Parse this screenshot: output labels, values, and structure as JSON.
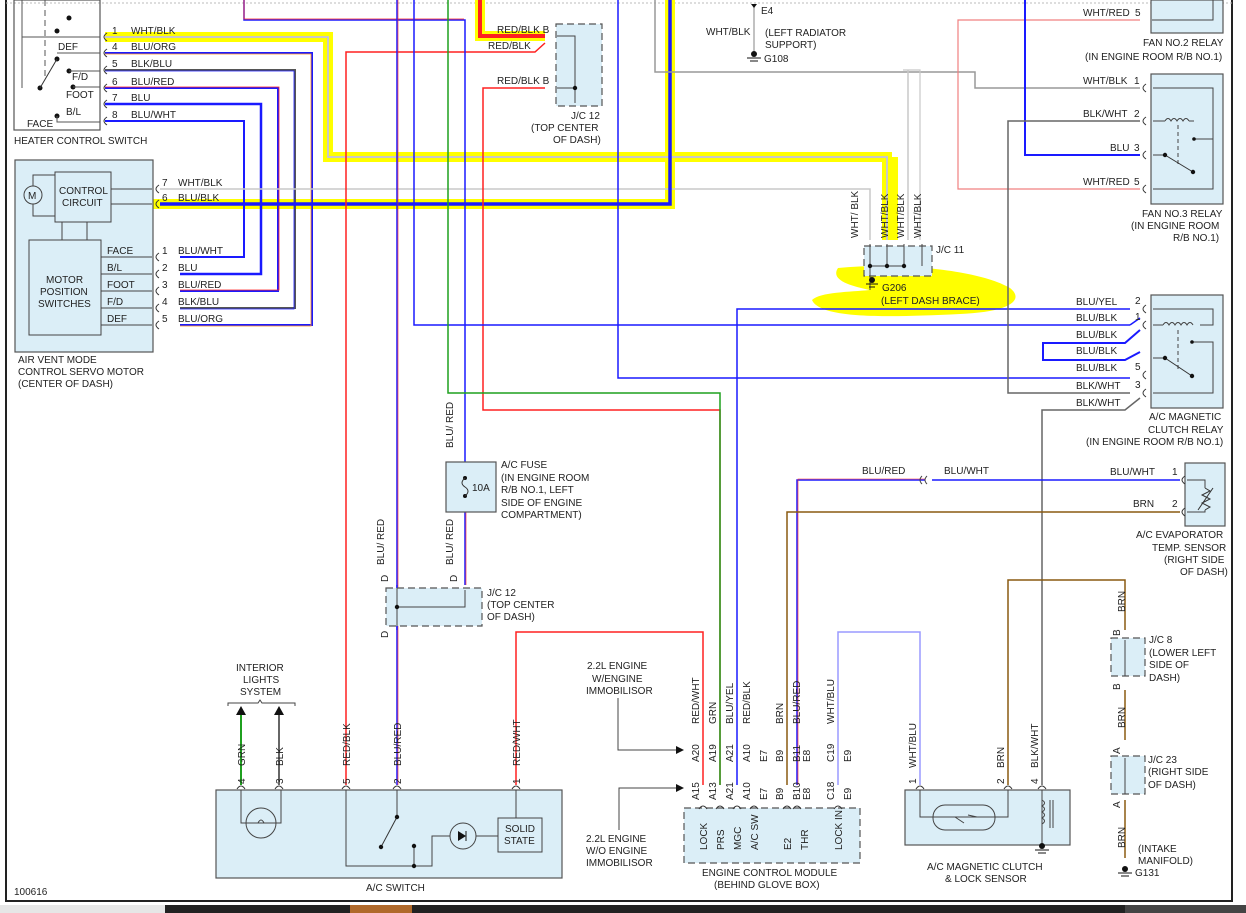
{
  "diagram_id": "100616",
  "colors": {
    "highlight": "#ffff00",
    "blu": "#1a1aff",
    "red": "#ff2020",
    "grn": "#1fa01f",
    "brn": "#8a5a10",
    "wht": "#c8c8c8",
    "blk": "#555555",
    "pink": "#f08080",
    "lav": "#9a9aff",
    "component_fill": "#dbeef7"
  },
  "heater_control_switch": {
    "label": "HEATER CONTROL SWITCH",
    "internal": [
      "DEF",
      "F/D",
      "FOOT",
      "B/L",
      "FACE"
    ],
    "pins": [
      {
        "pin": "1",
        "wire": "WHT/BLK"
      },
      {
        "pin": "4",
        "wire": "BLU/ORG"
      },
      {
        "pin": "5",
        "wire": "BLK/BLU"
      },
      {
        "pin": "6",
        "wire": "BLU/RED"
      },
      {
        "pin": "7",
        "wire": "BLU"
      },
      {
        "pin": "8",
        "wire": "BLU/WHT"
      }
    ]
  },
  "servo_motor": {
    "label_lines": [
      "AIR VENT MODE",
      "CONTROL SERVO MOTOR",
      "(CENTER OF DASH)"
    ],
    "motor_symbol": "M",
    "control_circuit": [
      "CONTROL",
      "CIRCUIT"
    ],
    "switches": [
      "MOTOR",
      "POSITION",
      "SWITCHES"
    ],
    "positions": [
      "FACE",
      "B/L",
      "FOOT",
      "F/D",
      "DEF"
    ],
    "pins_top": [
      {
        "pin": "7",
        "wire": "WHT/BLK"
      },
      {
        "pin": "6",
        "wire": "BLU/BLK"
      }
    ],
    "pins": [
      {
        "pin": "1",
        "wire": "BLU/WHT"
      },
      {
        "pin": "2",
        "wire": "BLU"
      },
      {
        "pin": "3",
        "wire": "BLU/RED"
      },
      {
        "pin": "4",
        "wire": "BLK/BLU"
      },
      {
        "pin": "5",
        "wire": "BLU/ORG"
      }
    ]
  },
  "jc12_top": {
    "wires": [
      "RED/BLK B",
      "RED/BLK",
      "RED/BLK B"
    ],
    "label_lines": [
      "J/C 12",
      "(TOP CENTER",
      "OF DASH)"
    ]
  },
  "g108": {
    "connector": "E4",
    "wire": "WHT/BLK",
    "location_lines": [
      "(LEFT RADIATOR",
      "SUPPORT)"
    ],
    "ground": "G108"
  },
  "fan2_relay": {
    "pins": [
      {
        "pin": "5",
        "wire": "WHT/RED"
      }
    ],
    "label_lines": [
      "FAN NO.2 RELAY",
      "(IN ENGINE ROOM R/B NO.1)"
    ]
  },
  "fan3_relay": {
    "pins": [
      {
        "pin": "1",
        "wire": "WHT/BLK"
      },
      {
        "pin": "2",
        "wire": "BLK/WHT"
      },
      {
        "pin": "3",
        "wire": "BLU"
      },
      {
        "pin": "5",
        "wire": "WHT/RED"
      }
    ],
    "label_lines": [
      "FAN NO.3 RELAY",
      "(IN ENGINE ROOM",
      "R/B NO.1)"
    ]
  },
  "jc11": {
    "wires": [
      "WHT/ BLK",
      "WHT/BLK",
      "WHT/BLK",
      "WHT/BLK"
    ],
    "label": "J/C 11",
    "ground": "G206",
    "location": "(LEFT DASH BRACE)"
  },
  "clutch_relay": {
    "pins": [
      {
        "pin": "2",
        "wire": "BLU/YEL"
      },
      {
        "pin": "1",
        "wire": "BLU/BLK"
      },
      {
        "pin": "",
        "wire": "BLU/BLK"
      },
      {
        "pin": "",
        "wire": "BLU/BLK"
      },
      {
        "pin": "5",
        "wire": "BLU/BLK"
      },
      {
        "pin": "3",
        "wire": "BLK/WHT"
      },
      {
        "pin": "",
        "wire": "BLK/WHT"
      }
    ],
    "label_lines": [
      "A/C MAGNETIC",
      "CLUTCH RELAY",
      "(IN ENGINE ROOM R/B NO.1)"
    ]
  },
  "ac_fuse": {
    "rating": "10A",
    "wire_in": "BLU/ RED",
    "wire_out": "BLU/ RED",
    "label_lines": [
      "A/C FUSE",
      "(IN ENGINE ROOM",
      "R/B NO.1, LEFT",
      "SIDE OF ENGINE",
      "COMPARTMENT)"
    ]
  },
  "jc12_mid": {
    "pin": "D",
    "wires": [
      "BLU/ RED",
      "BLU/ RED"
    ],
    "label_lines": [
      "J/C 12",
      "(TOP CENTER",
      "OF DASH)"
    ]
  },
  "evap_sensor": {
    "splice_wires": [
      "BLU/RED",
      "BLU/WHT"
    ],
    "pins": [
      {
        "pin": "1",
        "wire": "BLU/WHT"
      },
      {
        "pin": "2",
        "wire": "BRN"
      }
    ],
    "label_lines": [
      "A/C EVAPORATOR",
      "TEMP. SENSOR",
      "(RIGHT SIDE",
      "OF DASH)"
    ]
  },
  "ground_chain": {
    "wire": "BRN",
    "jc8": {
      "pin": "B",
      "label_lines": [
        "J/C 8",
        "(LOWER LEFT",
        "SIDE OF",
        "DASH)"
      ]
    },
    "jc23": {
      "pin": "A",
      "label_lines": [
        "J/C 23",
        "(RIGHT SIDE",
        "OF DASH)"
      ]
    },
    "location_lines": [
      "(INTAKE",
      "MANIFOLD)"
    ],
    "ground": "G131"
  },
  "interior_lights": {
    "label_lines": [
      "INTERIOR",
      "LIGHTS",
      "SYSTEM"
    ]
  },
  "ac_switch": {
    "label": "A/C SWITCH",
    "pins": [
      {
        "pin": "4",
        "wire": "GRN"
      },
      {
        "pin": "3",
        "wire": "BLK"
      },
      {
        "pin": "5",
        "wire": "RED/BLK"
      },
      {
        "pin": "2",
        "wire": "BLU/RED"
      },
      {
        "pin": "1",
        "wire": "RED/WHT"
      }
    ],
    "solid_state": [
      "SOLID",
      "STATE"
    ]
  },
  "ecm": {
    "note_with": [
      "2.2L ENGINE",
      "W/ENGINE",
      "IMMOBILISOR"
    ],
    "note_without": [
      "2.2L ENGINE",
      "W/O ENGINE",
      "IMMOBILISOR"
    ],
    "columns": [
      {
        "wire": "RED/WHT",
        "with": "A20",
        "without": "A15",
        "func": "LOCK"
      },
      {
        "wire": "GRN",
        "with": "A19",
        "without": "A13",
        "func": "PRS"
      },
      {
        "wire": "BLU/YEL",
        "with": "A21",
        "without": "A21",
        "func": "MGC"
      },
      {
        "wire": "RED/BLK",
        "with": "A10",
        "without": "A10",
        "func": "A/C SW"
      },
      {
        "wire": "",
        "with": "E7",
        "without": "E7",
        "func": ""
      },
      {
        "wire": "BRN",
        "with": "B9",
        "without": "B9",
        "func": "E2"
      },
      {
        "wire": "BLU/RED",
        "with": "B11",
        "without": "B10",
        "func": "THR"
      },
      {
        "wire": "",
        "with": "E8",
        "without": "E8",
        "func": ""
      },
      {
        "wire": "WHT/BLU",
        "with": "C19",
        "without": "C18",
        "func": "LOCK IN"
      },
      {
        "wire": "",
        "with": "E9",
        "without": "E9",
        "func": ""
      }
    ],
    "label_lines": [
      "ENGINE CONTROL MODULE",
      "(BEHIND GLOVE BOX)"
    ]
  },
  "clutch_sensor": {
    "pins": [
      {
        "pin": "1",
        "wire": "WHT/BLU"
      },
      {
        "pin": "2",
        "wire": "BRN"
      },
      {
        "pin": "4",
        "wire": "BLK/WHT"
      }
    ],
    "label_lines": [
      "A/C MAGNETIC CLUTCH",
      "& LOCK SENSOR"
    ]
  }
}
